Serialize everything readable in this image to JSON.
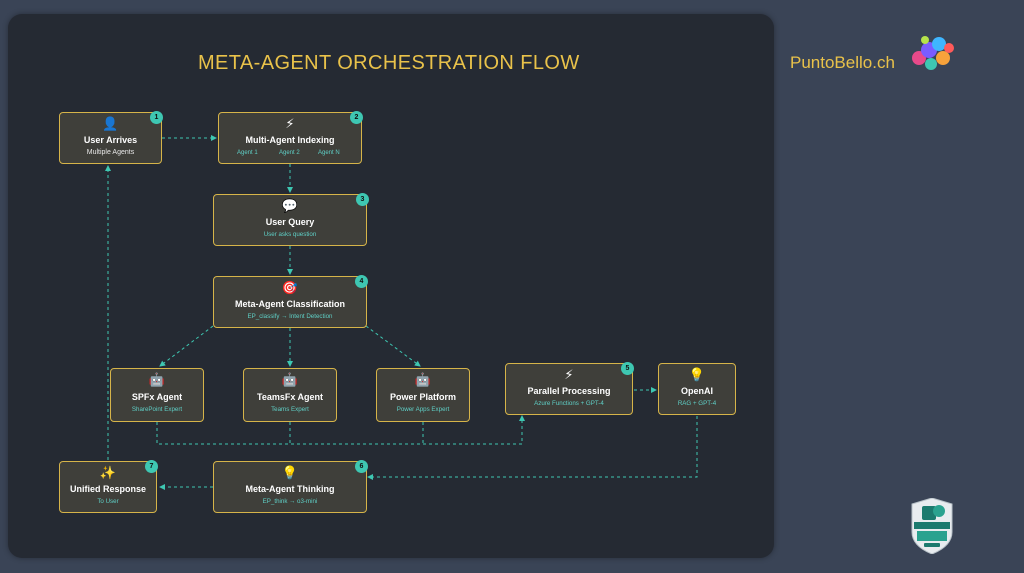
{
  "title": "META-AGENT ORCHESTRATION FLOW",
  "brand": "PuntoBello.ch",
  "nodes": {
    "user_arrives": {
      "badge": "1",
      "icon": "👤",
      "title": "User Arrives",
      "sub": "Multiple Agents"
    },
    "indexing": {
      "badge": "2",
      "icon": "⚡",
      "title": "Multi-Agent Indexing",
      "agents": [
        "Agent 1",
        "Agent 2",
        "Agent N"
      ]
    },
    "user_query": {
      "badge": "3",
      "icon": "💬",
      "title": "User Query",
      "sub": "User asks question"
    },
    "classification": {
      "badge": "4",
      "icon": "🎯",
      "title": "Meta-Agent Classification",
      "sub": "EP_classify → Intent Detection"
    },
    "spfx": {
      "icon": "🤖",
      "title": "SPFx Agent",
      "sub": "SharePoint Expert"
    },
    "teamsfx": {
      "icon": "🤖",
      "title": "TeamsFx Agent",
      "sub": "Teams Expert"
    },
    "power": {
      "icon": "🤖",
      "title": "Power Platform",
      "sub": "Power Apps Expert"
    },
    "parallel": {
      "badge": "5",
      "icon": "⚡",
      "title": "Parallel Processing",
      "sub": "Azure Functions + GPT-4"
    },
    "openai": {
      "icon": "💡",
      "title": "OpenAI",
      "sub": "RAG + GPT-4"
    },
    "thinking": {
      "badge": "6",
      "icon": "💡",
      "title": "Meta-Agent Thinking",
      "sub": "EP_think → o3-mini"
    },
    "unified": {
      "badge": "7",
      "icon": "✨",
      "title": "Unified Response",
      "sub": "To User"
    }
  },
  "colors": {
    "accent": "#e9c24a",
    "teal": "#3ec7b2",
    "node_bg": "#3f3f3a",
    "canvas": "#252a33",
    "page": "#3a4456"
  }
}
